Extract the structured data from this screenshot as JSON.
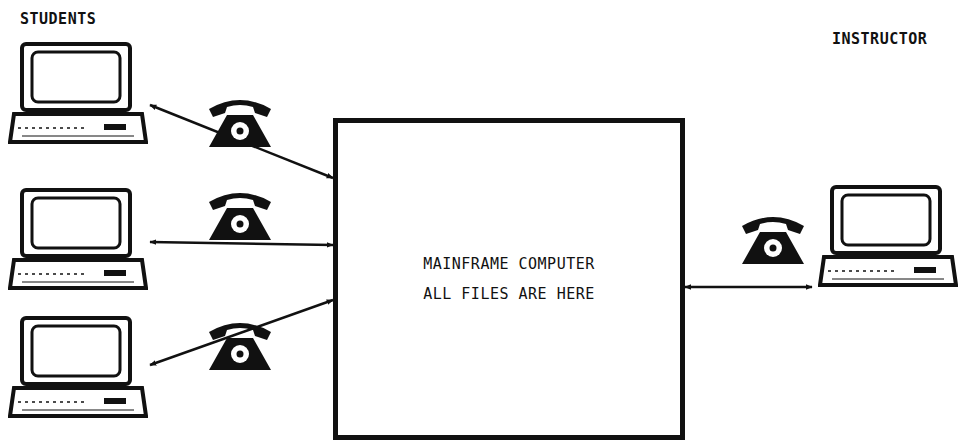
{
  "diagram": {
    "nodes": [
      {
        "text": [
          "STUDENTS"
        ]
      },
      {
        "text": [
          "MAINFRAME COMPUTER",
          "ALL FILES ARE HERE"
        ]
      },
      {
        "text": [
          "INSTRUCTOR"
        ]
      }
    ],
    "edges": [
      {
        "from": 0,
        "to": 1,
        "arrow": "both"
      },
      {
        "from": 0,
        "to": 1,
        "arrow": "both"
      },
      {
        "from": 0,
        "to": 1,
        "arrow": "both"
      },
      {
        "from": 1,
        "to": 2,
        "arrow": "both"
      }
    ]
  }
}
